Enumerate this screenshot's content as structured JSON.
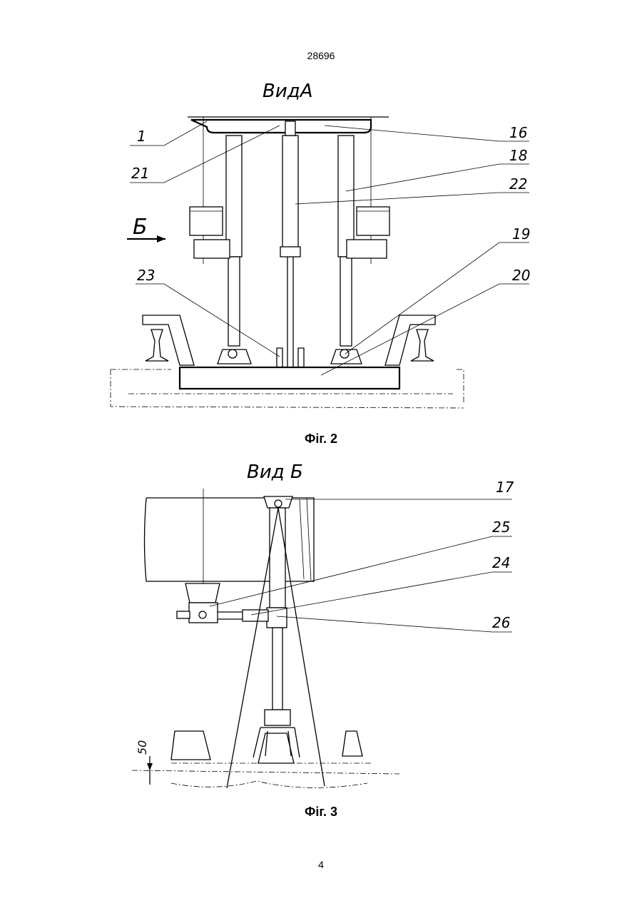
{
  "header": {
    "doc_number": "28696"
  },
  "figure2": {
    "view_title": "ВидА",
    "direction_label": "Б",
    "caption": "Фіг. 2",
    "labels": {
      "l1": "1",
      "l16": "16",
      "l18": "18",
      "l19": "19",
      "l20": "20",
      "l21": "21",
      "l22": "22",
      "l23": "23"
    }
  },
  "figure3": {
    "view_title": "Вид Б",
    "caption": "Фіг. 3",
    "dimension": "50",
    "labels": {
      "l17": "17",
      "l24": "24",
      "l25": "25",
      "l26": "26"
    }
  },
  "footer": {
    "page_number": "4"
  }
}
